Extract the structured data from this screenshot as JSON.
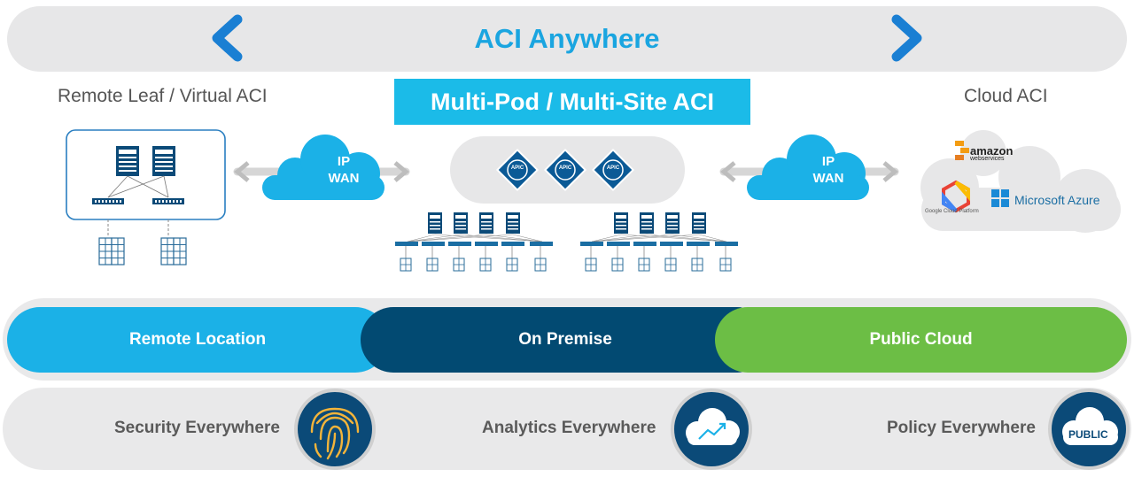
{
  "top": {
    "title": "ACI Anywhere"
  },
  "left": {
    "title": "Remote Leaf / Virtual ACI"
  },
  "center": {
    "title": "Multi-Pod / Multi-Site ACI",
    "apic_label": "APIC"
  },
  "right": {
    "title": "Cloud ACI",
    "amazon": "amazon",
    "webservices": "webservices",
    "google": "Google Cloud Platform",
    "azure": "Microsoft Azure"
  },
  "wan": {
    "line1": "IP",
    "line2": "WAN"
  },
  "locations": [
    "Remote Location",
    "On Premise",
    "Public Cloud"
  ],
  "capabilities": [
    "Security Everywhere",
    "Analytics Everywhere",
    "Policy Everywhere"
  ],
  "badge_public": "PUBLIC",
  "colors": {
    "light_blue": "#1bb1e7",
    "dark_blue": "#024a72",
    "green": "#6cbe45",
    "gray_bar": "#e7e7e8"
  }
}
